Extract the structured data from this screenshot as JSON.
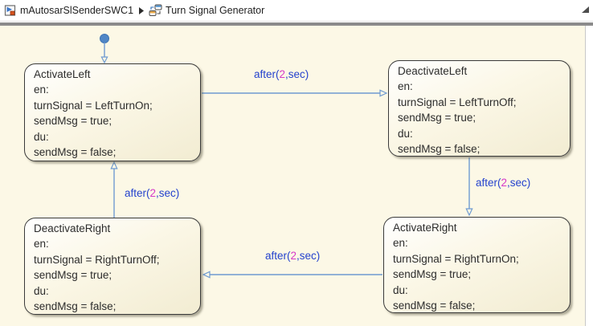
{
  "breadcrumb": {
    "model_name": "mAutosarSlSenderSWC1",
    "chart_name": "Turn Signal Generator"
  },
  "icons": {
    "model_icon": "model-block-icon",
    "chart_icon": "stateflow-chart-icon",
    "separator_icon": "breadcrumb-arrow-icon",
    "corner_icon": "corner-triangle-icon"
  },
  "colors": {
    "canvas_bg": "#fcf8e6",
    "state_fill": "#f7f2dd",
    "state_border": "#3a3a3a",
    "transition_line": "#6f9bd1",
    "label_keyword_blue": "#2442cd",
    "label_number_magenta": "#d639c8",
    "default_dot_blue": "#4f86c6"
  },
  "states": [
    {
      "name": "ActivateLeft",
      "lines": [
        "en:",
        "turnSignal = LeftTurnOn;",
        "sendMsg = true;",
        "du:",
        "sendMsg = false;"
      ]
    },
    {
      "name": "DeactivateLeft",
      "lines": [
        "en:",
        "turnSignal = LeftTurnOff;",
        "sendMsg = true;",
        "du:",
        "sendMsg = false;"
      ]
    },
    {
      "name": "DeactivateRight",
      "lines": [
        "en:",
        "turnSignal = RightTurnOff;",
        "sendMsg = true;",
        "du:",
        "sendMsg = false;"
      ]
    },
    {
      "name": "ActivateRight",
      "lines": [
        "en:",
        "turnSignal = RightTurnOn;",
        "sendMsg = true;",
        "du:",
        "sendMsg = false;"
      ]
    }
  ],
  "transitions": [
    {
      "from": "ActivateLeft",
      "to": "DeactivateLeft",
      "pre": "after(",
      "num": "2",
      "post": ",sec)"
    },
    {
      "from": "DeactivateLeft",
      "to": "ActivateRight",
      "pre": "after(",
      "num": "2",
      "post": ",sec)"
    },
    {
      "from": "ActivateRight",
      "to": "DeactivateRight",
      "pre": "after(",
      "num": "2",
      "post": ",sec)"
    },
    {
      "from": "DeactivateRight",
      "to": "ActivateLeft",
      "pre": "after(",
      "num": "2",
      "post": ",sec)"
    }
  ]
}
